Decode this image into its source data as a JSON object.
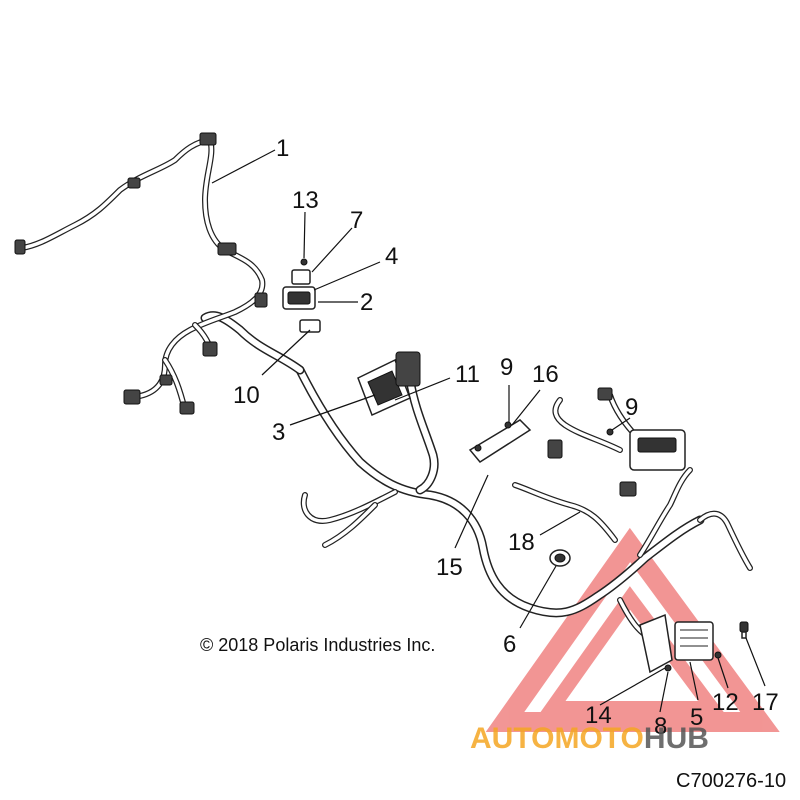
{
  "diagram": {
    "callouts": [
      {
        "id": "1",
        "text": "1"
      },
      {
        "id": "13",
        "text": "13"
      },
      {
        "id": "7",
        "text": "7"
      },
      {
        "id": "4",
        "text": "4"
      },
      {
        "id": "2",
        "text": "2"
      },
      {
        "id": "10",
        "text": "10"
      },
      {
        "id": "3",
        "text": "3"
      },
      {
        "id": "11",
        "text": "11"
      },
      {
        "id": "9a",
        "text": "9"
      },
      {
        "id": "16",
        "text": "16"
      },
      {
        "id": "9b",
        "text": "9"
      },
      {
        "id": "15",
        "text": "15"
      },
      {
        "id": "18",
        "text": "18"
      },
      {
        "id": "6",
        "text": "6"
      },
      {
        "id": "14",
        "text": "14"
      },
      {
        "id": "8",
        "text": "8"
      },
      {
        "id": "5",
        "text": "5"
      },
      {
        "id": "12",
        "text": "12"
      },
      {
        "id": "17",
        "text": "17"
      }
    ],
    "copyright": "© 2018 Polaris Industries Inc.",
    "figure_code": "C700276-10"
  },
  "watermark": {
    "part1": "AUTOMOTO",
    "part2": "HUB",
    "colors": {
      "red": "#e8403e",
      "orange": "#f5a623",
      "gray": "#555555"
    }
  }
}
